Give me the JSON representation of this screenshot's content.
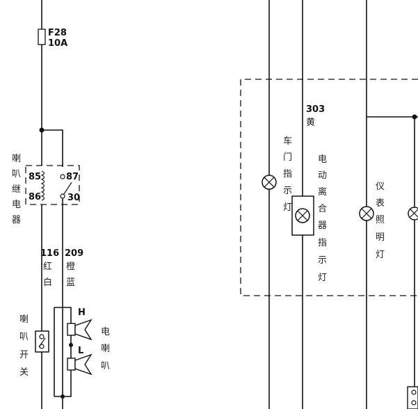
{
  "fuse": {
    "id": "F28",
    "rating": "10A"
  },
  "relay": {
    "name_chars": [
      "喇",
      "叭",
      "继",
      "电",
      "器"
    ],
    "pin_85": "85",
    "pin_86": "86",
    "pin_87": "87",
    "pin_30": "30"
  },
  "wire_116": {
    "code": "116",
    "color_chars": [
      "红",
      "白"
    ]
  },
  "wire_209": {
    "code": "209",
    "color_chars": [
      "橙",
      "蓝"
    ]
  },
  "horn_switch": {
    "name_chars": [
      "喇",
      "叭",
      "开",
      "关"
    ]
  },
  "horn": {
    "name_chars": [
      "电",
      "喇",
      "叭"
    ],
    "high": "H",
    "low": "L"
  },
  "wire_303": {
    "code": "303",
    "color": "黄"
  },
  "door_lamp": {
    "name_chars": [
      "车",
      "门",
      "指",
      "示",
      "灯"
    ]
  },
  "clutch_lamp": {
    "name_chars": [
      "电",
      "动",
      "离",
      "合",
      "器",
      "指",
      "示",
      "灯"
    ]
  },
  "gauge_lamp": {
    "name_chars": [
      "仪",
      "表",
      "照",
      "明",
      "灯"
    ]
  }
}
